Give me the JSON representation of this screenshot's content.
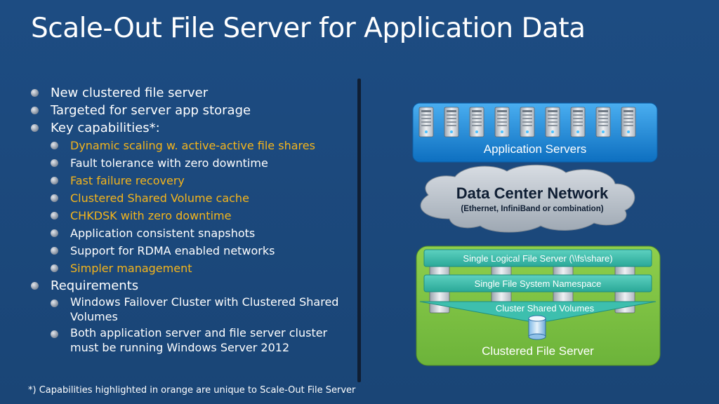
{
  "title": "Scale-Out File Server for Application Data",
  "bullets": [
    {
      "text": "New clustered file server",
      "level": 1,
      "highlight": false
    },
    {
      "text": "Targeted for server app storage",
      "level": 1,
      "highlight": false
    },
    {
      "text": "Key capabilities*:",
      "level": 1,
      "highlight": false
    },
    {
      "text": "Dynamic scaling w. active-active file shares",
      "level": 2,
      "highlight": true
    },
    {
      "text": "Fault tolerance with zero downtime",
      "level": 2,
      "highlight": false
    },
    {
      "text": "Fast failure recovery",
      "level": 2,
      "highlight": true
    },
    {
      "text": "Clustered Shared Volume cache",
      "level": 2,
      "highlight": true
    },
    {
      "text": "CHKDSK with zero downtime",
      "level": 2,
      "highlight": true
    },
    {
      "text": "Application consistent snapshots",
      "level": 2,
      "highlight": false
    },
    {
      "text": "Support for RDMA enabled networks",
      "level": 2,
      "highlight": false
    },
    {
      "text": "Simpler management",
      "level": 2,
      "highlight": true
    },
    {
      "text": "Requirements",
      "level": 1,
      "highlight": false
    },
    {
      "text": "Windows Failover Cluster with Clustered Shared Volumes",
      "level": 2,
      "highlight": false
    },
    {
      "text": "Both application server and file server cluster must be running Windows Server 2012",
      "level": 2,
      "highlight": false
    }
  ],
  "footnote": "*) Capabilities highlighted in orange are unique to Scale-Out File Server",
  "diagram": {
    "app_servers_label": "Application Servers",
    "network_title": "Data Center Network",
    "network_subtitle": "(Ethernet, InfiniBand or combination)",
    "logical_server_label": "Single Logical File Server  (\\\\fs\\share)",
    "namespace_label": "Single File System Namespace",
    "csv_label": "Cluster Shared Volumes",
    "cluster_label": "Clustered File Server"
  },
  "colors": {
    "background": "#1d4c82",
    "highlight": "#f5b51b",
    "app_box": "#1e8ede",
    "cluster_green": "#7dc142",
    "teal_bar": "#3dbfae"
  },
  "icons": [
    "bullet-icon",
    "server-icon",
    "cloud-icon",
    "database-icon"
  ]
}
